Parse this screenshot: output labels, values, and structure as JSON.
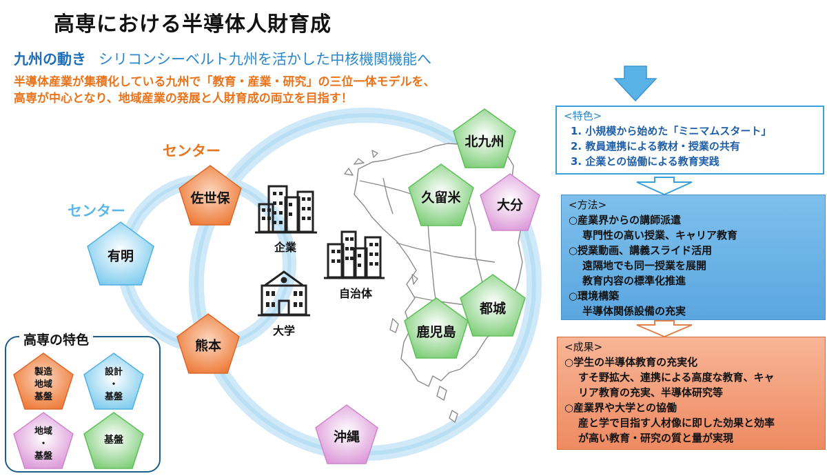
{
  "title": "高専における半導体人財育成",
  "subtitle": {
    "head": "九州の動き",
    "rest": "シリコンシーベルト九州を活かした中核機関機能へ"
  },
  "lead": [
    "半導体産業が集積化している九州で「教育・産業・研究」の三位一体モデルを、",
    "高専が中心となり、地域産業の発展と人財育成の両立を目指す！"
  ],
  "center_labels": {
    "orange": "センター",
    "blue": "センター"
  },
  "colleges": {
    "sasebo": "佐世保",
    "ariake": "有明",
    "kumamoto": "熊本",
    "kitakyushu": "北九州",
    "kurume": "久留米",
    "oita": "大分",
    "miyakonojo": "都城",
    "kagoshima": "鹿児島",
    "okinawa": "沖縄"
  },
  "org_labels": {
    "kigyo": "企業",
    "jichitai": "自治体",
    "daigaku": "大学"
  },
  "features_panel": {
    "title": "高専の特色",
    "legend": [
      {
        "lines": [
          "製造",
          "地域",
          "基盤"
        ],
        "color": "#f08a4b"
      },
      {
        "lines": [
          "設計",
          "・",
          "基盤"
        ],
        "color": "#8fd3f0"
      },
      {
        "lines": [
          "地域",
          "・",
          "基盤"
        ],
        "color": "#e8b0e6"
      },
      {
        "lines": [
          "基盤"
        ],
        "color": "#8ed58a"
      }
    ]
  },
  "box1": {
    "caption": "<特色>",
    "items": [
      "1.  小規模から始めた「ミニマムスタート」",
      "2.  教員連携による教材・授業の共有",
      "3.  企業との協働による教育実践"
    ]
  },
  "box2": {
    "caption": "<方法>",
    "lines": [
      {
        "text": "○産業界からの講師派遣",
        "indent": false
      },
      {
        "text": "専門性の高い授業、キャリア教育",
        "indent": true
      },
      {
        "text": "○授業動画、講義スライド活用",
        "indent": false
      },
      {
        "text": "遠隔地でも同一授業を展開",
        "indent": true
      },
      {
        "text": "教育内容の標準化推進",
        "indent": true
      },
      {
        "text": "○環境構築",
        "indent": false
      },
      {
        "text": "半導体関係設備の充実",
        "indent": true
      }
    ]
  },
  "box3": {
    "caption": "<成果>",
    "lines": [
      {
        "text": "○学生の半導体教育の充実化",
        "indent": false
      },
      {
        "text": "すそ野拡大、連携による高度な教育、キャ",
        "indent": true
      },
      {
        "text": "リア教育の充実、半導体研究等",
        "indent": true
      },
      {
        "text": "○産業界や大学との協働",
        "indent": false
      },
      {
        "text": "産と学で目指す人材像に即した効果と効率",
        "indent": true
      },
      {
        "text": "が高い教育・研究の質と量が実現",
        "indent": true
      }
    ]
  },
  "colors": {
    "orange": "#f08a4b",
    "blue": "#8fd3f0",
    "purple": "#e8b0e6",
    "green": "#8ed58a",
    "accent_blue": "#2a87c9",
    "accent_orange": "#e8741c"
  }
}
